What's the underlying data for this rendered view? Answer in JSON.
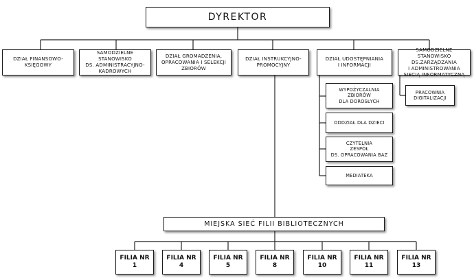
{
  "director": "DYREKTOR",
  "departments": [
    {
      "label": "DZIAŁ FINANSOWO-\nKSIĘGOWY"
    },
    {
      "label": "SAMODZIELNE\nSTANOWISKO\nDS. ADMINISTRACYJNO-\nKADROWYCH"
    },
    {
      "label": "DZIAŁ GROMADZENIA,\nOPRACOWANIA I SELEKCJI\nZBIORÓW"
    },
    {
      "label": "DZIAŁ INSTRUKCYJNO-\nPROMOCYJNY"
    },
    {
      "label": "DZIAŁ UDOSTĘPNIANIA\nI INFORMACJI"
    },
    {
      "label": "SAMODZIELNE STANOWISKO\nDS.ZARZĄDZANIA\nI ADMINISTROWANIA\nSIECIĄ INFORMATYCZNĄ"
    }
  ],
  "udostepniania_units": [
    {
      "label": "WYPOŻYCZALNIA\nZBIORÓW\nDLA DOROSŁYCH"
    },
    {
      "label": "ODDZIAŁ DLA DZIECI"
    },
    {
      "label": "CZYTELNIA\nZESPÓŁ\nDS. OPRACOWANIA BAZ"
    },
    {
      "label": "MEDIATEKA"
    }
  ],
  "it_units": [
    {
      "label": "PRACOWNIA\nDIGITALIZACJI"
    }
  ],
  "network": "MIEJSKA SIEĆ FILII BIBLIOTECZNYCH",
  "branches": [
    {
      "label": "FILIA NR\n1"
    },
    {
      "label": "FILIA NR\n4"
    },
    {
      "label": "FILIA NR\n5"
    },
    {
      "label": "FILIA NR\n8"
    },
    {
      "label": "FILIA NR\n10"
    },
    {
      "label": "FILIA NR\n11"
    },
    {
      "label": "FILIA NR\n13"
    }
  ]
}
